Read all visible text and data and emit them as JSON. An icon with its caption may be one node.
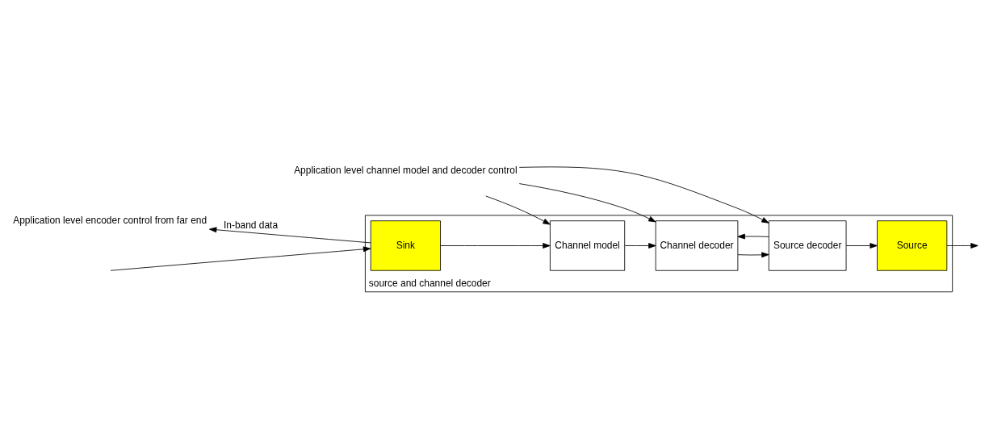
{
  "diagram": {
    "nodes": [
      {
        "text": [
          "source and channel decoder"
        ]
      },
      {
        "text": [
          "Sink"
        ],
        "in": 0
      },
      {
        "text": [
          "Channel model"
        ],
        "in": 0
      },
      {
        "text": [
          "Channel decoder"
        ],
        "in": 0
      },
      {
        "text": [
          "Source decoder"
        ],
        "in": 0
      },
      {
        "text": [
          "Source"
        ],
        "in": 0
      },
      {
        "text": [
          "Application level encoder control from far end"
        ]
      },
      {
        "text": [
          "Application level channel model and decoder control"
        ]
      }
    ],
    "edges": [
      {
        "from": null,
        "to": 1,
        "arrow": "to"
      },
      {
        "from": 1,
        "to": 2,
        "arrow": "to"
      },
      {
        "from": 2,
        "to": 3,
        "arrow": "to"
      },
      {
        "from": 3,
        "to": 4,
        "arrow": "to"
      },
      {
        "from": 4,
        "to": 3,
        "arrow": "to"
      },
      {
        "from": 4,
        "to": 5,
        "arrow": "to"
      },
      {
        "from": 5,
        "to": null,
        "arrow": "to"
      },
      {
        "from": 1,
        "to": 6,
        "arrow": "to",
        "label": "In-band data"
      },
      {
        "from": 7,
        "to": 2,
        "arrow": "to"
      },
      {
        "from": 7,
        "to": 3,
        "arrow": "to"
      },
      {
        "from": 7,
        "to": 4,
        "arrow": "to"
      }
    ]
  }
}
